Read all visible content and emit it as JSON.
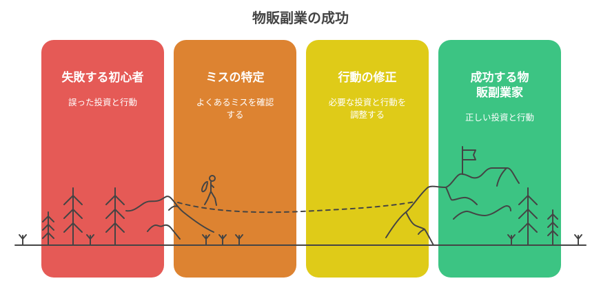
{
  "title": "物販副業の成功",
  "stages": [
    {
      "heading": "失敗する初心者",
      "desc": "誤った投資と行動",
      "color": "#E55A56"
    },
    {
      "heading": "ミスの特定",
      "desc": "よくあるミスを確認する",
      "color": "#DD8331"
    },
    {
      "heading": "行動の修正",
      "desc": "必要な投資と行動を調整する",
      "color": "#DFCB18"
    },
    {
      "heading": "成功する物販副業家",
      "desc": "正しい投資と行動",
      "color": "#3CC483"
    }
  ],
  "line_color": "#444444"
}
